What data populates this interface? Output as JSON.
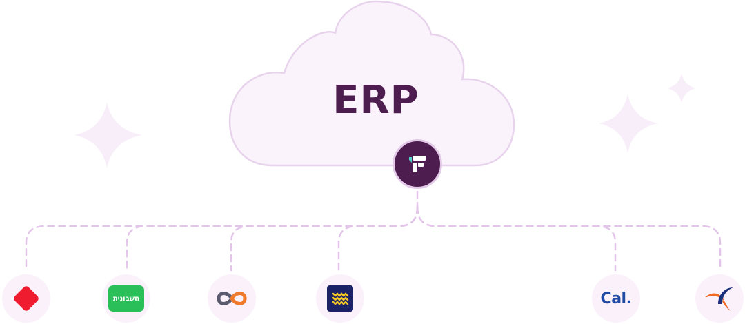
{
  "cloud": {
    "title": "ERP",
    "title_color": "#4e1d4f",
    "fill_color": "#faf3fb",
    "stroke_color": "#e8d3ec"
  },
  "hub": {
    "icon": "app-logo-icon",
    "fill_color": "#4e1d4f",
    "mark_teal": "#4fd1c5"
  },
  "connector": {
    "stroke_color": "#e3c5ea",
    "style": "dashed"
  },
  "sparkle_color": "#f8eef9",
  "node_background": "#faf1fb",
  "integrations": [
    {
      "id": "red-diamond",
      "icon": "red-diamond-logo-icon",
      "color": "#ee1c2e"
    },
    {
      "id": "green-badge",
      "icon": "green-badge-logo-icon",
      "color": "#2bbf5a",
      "label": "חשבונית"
    },
    {
      "id": "infinity",
      "icon": "infinity-logo-icon",
      "color": "#f07a2b",
      "secondary_color": "#5a5a6e"
    },
    {
      "id": "navy-square",
      "icon": "navy-square-logo-icon",
      "color": "#1c2266",
      "accent_color": "#f5c722"
    },
    {
      "id": "cal",
      "icon": "cal-logo-icon",
      "label": "Cal.",
      "color": "#1f4aa3"
    },
    {
      "id": "swoosh",
      "icon": "swoosh-logo-icon",
      "color": "#f06a23",
      "secondary_color": "#1c2f7a"
    }
  ]
}
